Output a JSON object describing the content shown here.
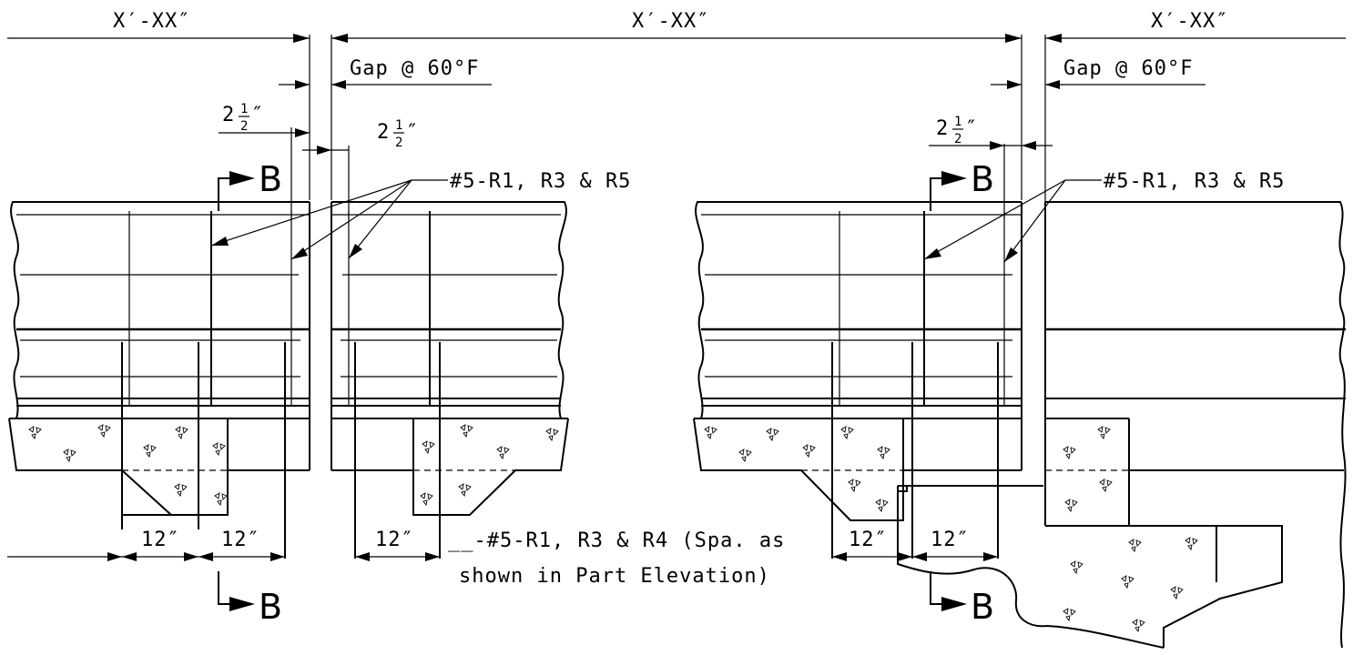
{
  "dimensions": {
    "span_left": "X′-XX″",
    "span_middle": "X′-XX″",
    "span_right": "X′-XX″",
    "gap_label": "Gap @ 60°F",
    "offset_whole": "2",
    "offset_num": "1",
    "offset_den": "2",
    "offset_unit": "″",
    "twelve": "12″"
  },
  "callouts": {
    "bars_top": "#5-R1, R3 & R5",
    "bars_bottom_line1": "__-#5-R1, R3 & R4 (Spa. as",
    "bars_bottom_line2": "shown in Part Elevation)"
  },
  "section_marks": {
    "letter": "B"
  },
  "icons": {
    "section_arrow": "section-cut-arrow-icon",
    "dimension_arrow": "dimension-arrowhead-icon",
    "concrete_aggregate": "concrete-aggregate-hatch-icon"
  }
}
